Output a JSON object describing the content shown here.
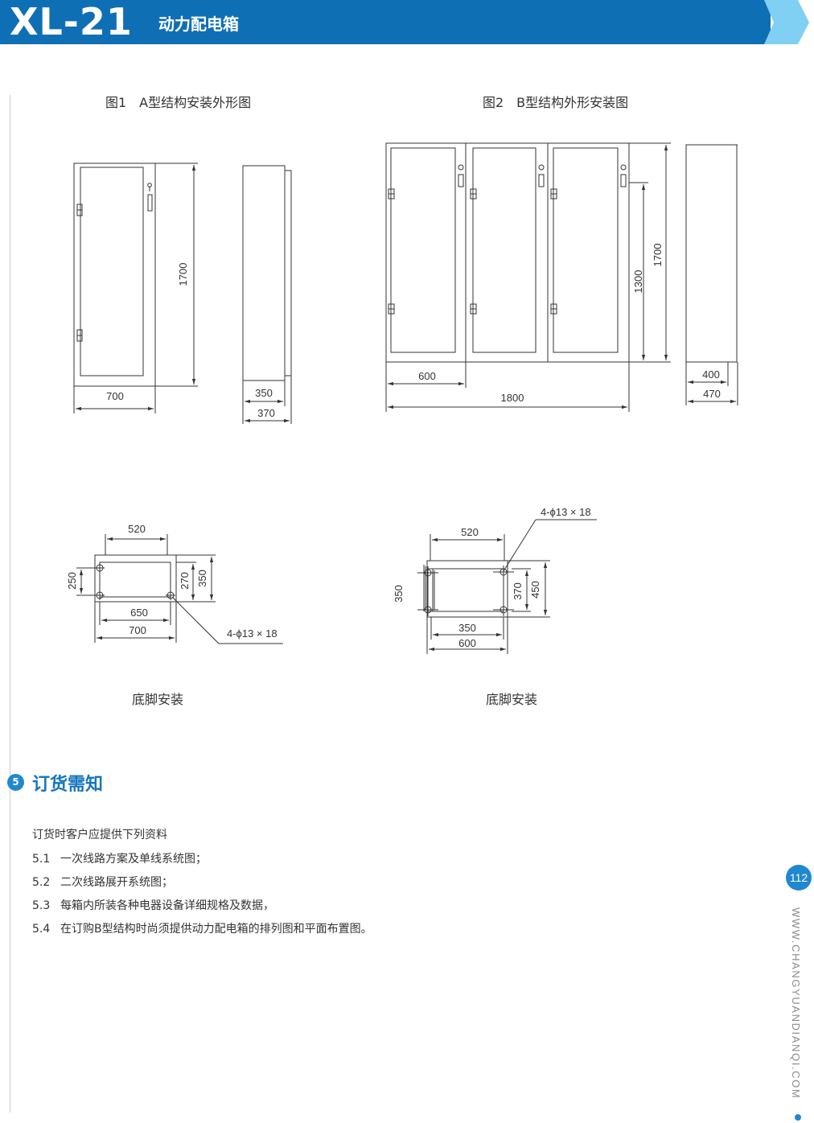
{
  "header": {
    "code": "XL-21",
    "product_name": "动力配电箱"
  },
  "figures": {
    "fig1_caption": "图1　A型结构安装外形图",
    "fig2_caption": "图2　B型结构外形安装图",
    "fig1_dims": {
      "height": "1700",
      "width": "700",
      "depth_inner": "350",
      "depth_outer": "370"
    },
    "fig2_dims": {
      "height": "1700",
      "door_height": "1300",
      "panel_width": "600",
      "total_width": "1800",
      "depth_inner": "400",
      "depth_outer": "470"
    },
    "base_a": {
      "top_width": "520",
      "hole_span_v": "250",
      "dim_270": "270",
      "dim_350": "350",
      "hole_span_h": "650",
      "overall_width": "700",
      "holes": "4-ϕ13 × 18",
      "caption": "底脚安装"
    },
    "base_b": {
      "holes": "4-ϕ13 × 18",
      "top_width": "520",
      "left_height": "350",
      "dim_370": "370",
      "dim_450": "450",
      "hole_span_h": "350",
      "overall_width": "600",
      "caption": "底脚安装"
    }
  },
  "ordering": {
    "badge": "5",
    "title": "订货需知",
    "intro": "订货时客户应提供下列资料",
    "items": [
      {
        "num": "5.1",
        "text": "一次线路方案及单线系统图；"
      },
      {
        "num": "5.2",
        "text": "二次线路展开系统图；"
      },
      {
        "num": "5.3",
        "text": "每箱内所装各种电器设备详细规格及数据，"
      },
      {
        "num": "5.4",
        "text": "在订购B型结构时尚须提供动力配电箱的排列图和平面布置图。"
      }
    ]
  },
  "page": {
    "number": "112",
    "website": "WWW.CHANGYUANDIANQI.COM"
  },
  "colors": {
    "brand_blue": "#0f6fb4",
    "light_blue": "#7fd0f2",
    "accent_blue": "#1f88d1"
  }
}
